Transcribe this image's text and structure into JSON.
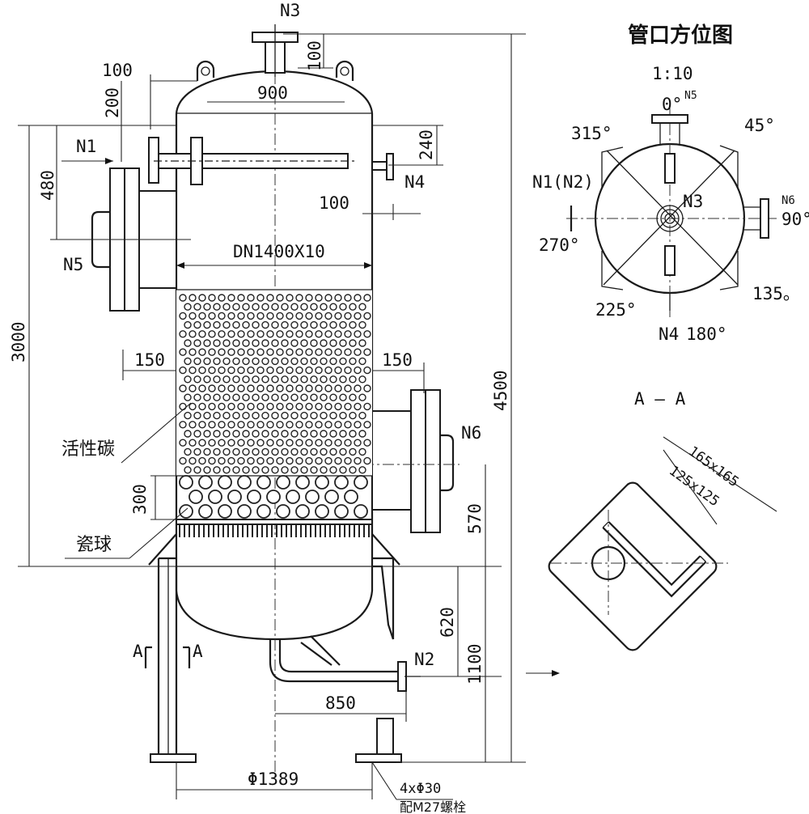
{
  "vessel": {
    "nozzles": {
      "n1": "N1",
      "n2": "N2",
      "n3": "N3",
      "n4": "N4",
      "n5": "N5",
      "n6": "N6"
    },
    "dims": {
      "d100_top": "100",
      "d200": "200",
      "d900": "900",
      "d100_n3": "100",
      "d240": "240",
      "d480": "480",
      "d100_n4": "100",
      "dn": "DN1400X10",
      "d3000": "3000",
      "d150_left": "150",
      "d150_right": "150",
      "d4500": "4500",
      "d300": "300",
      "d570": "570",
      "d620": "620",
      "d1100": "1100",
      "d850": "850",
      "d1389": "Φ1389",
      "holes": "4xΦ30",
      "bolts": "配M27螺栓"
    },
    "labels": {
      "carbon": "活性碳",
      "ceramic": "瓷球",
      "section_left": "A",
      "section_right": "A"
    }
  },
  "orientation": {
    "title": "管口方位图",
    "scale": "1:10",
    "angles": {
      "a0": "0°",
      "a45": "45°",
      "a90": "90°",
      "a135": "135。",
      "a180": "180°",
      "a225": "225°",
      "a270": "270°",
      "a315": "315°"
    },
    "nozzles": {
      "n1n2": "N1(N2)",
      "n3": "N3",
      "n4": "N4",
      "n5": "N5",
      "n6": "N6"
    }
  },
  "section": {
    "title": "A — A",
    "outer": "165x165",
    "inner": "125x125"
  }
}
